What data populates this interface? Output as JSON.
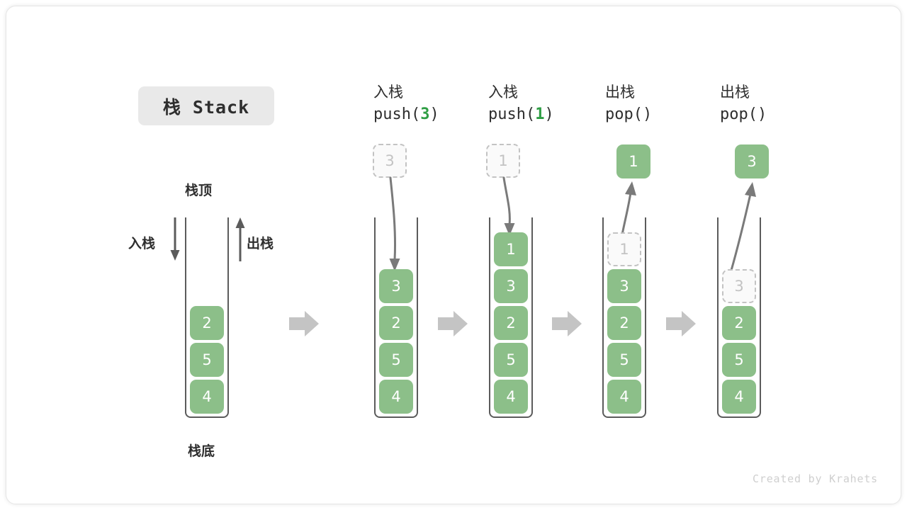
{
  "title_badge": "栈 Stack",
  "labels": {
    "top": "栈顶",
    "bottom": "栈底",
    "push_side": "入栈",
    "pop_side": "出栈"
  },
  "colors": {
    "element_fill": "#8cbf89",
    "element_text": "#ffffff",
    "ghost_fill": "#fafafa",
    "ghost_border": "#c3c3c3",
    "ghost_text": "#c3c3c3",
    "tube_stroke": "#5b5b5b",
    "flow_arrow": "#c4c4c4",
    "curve_arrow": "#7a7a7a",
    "code_arg": "#2f9e44",
    "badge_bg": "#e9e9e9",
    "text": "#2e2e2e"
  },
  "watermark": "Created by Krahets",
  "columns": [
    {
      "id": "initial",
      "header_cn": "",
      "header_code_prefix": "",
      "header_code_arg": "",
      "header_code_suffix": "",
      "floating": null,
      "stack": [
        "2",
        "5",
        "4"
      ],
      "ghost_index": -1
    },
    {
      "id": "push-3",
      "header_cn": "入栈",
      "header_code_prefix": "push(",
      "header_code_arg": "3",
      "header_code_suffix": ")",
      "floating": {
        "value": "3",
        "style": "ghost"
      },
      "stack": [
        "3",
        "2",
        "5",
        "4"
      ],
      "ghost_index": -1
    },
    {
      "id": "push-1",
      "header_cn": "入栈",
      "header_code_prefix": "push(",
      "header_code_arg": "1",
      "header_code_suffix": ")",
      "floating": {
        "value": "1",
        "style": "ghost"
      },
      "stack": [
        "1",
        "3",
        "2",
        "5",
        "4"
      ],
      "ghost_index": -1
    },
    {
      "id": "pop-1",
      "header_cn": "出栈",
      "header_code_prefix": "pop(",
      "header_code_arg": "",
      "header_code_suffix": ")",
      "floating": {
        "value": "1",
        "style": "solid"
      },
      "stack": [
        "1",
        "3",
        "2",
        "5",
        "4"
      ],
      "ghost_index": 0
    },
    {
      "id": "pop-3",
      "header_cn": "出栈",
      "header_code_prefix": "pop(",
      "header_code_arg": "",
      "header_code_suffix": ")",
      "floating": {
        "value": "3",
        "style": "solid"
      },
      "stack": [
        "3",
        "2",
        "5",
        "4"
      ],
      "ghost_index": 0
    }
  ],
  "flow_arrows": [
    "flow-arrow-1",
    "flow-arrow-2",
    "flow-arrow-3",
    "flow-arrow-4"
  ]
}
